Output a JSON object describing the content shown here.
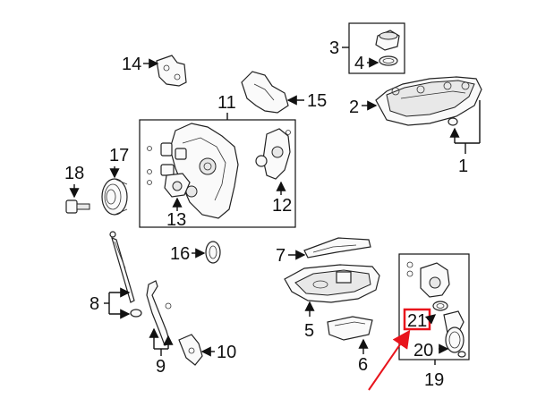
{
  "callouts": {
    "c1": "1",
    "c2": "2",
    "c3": "3",
    "c4": "4",
    "c5": "5",
    "c6": "6",
    "c7": "7",
    "c8": "8",
    "c9": "9",
    "c10": "10",
    "c11": "11",
    "c12": "12",
    "c13": "13",
    "c14": "14",
    "c15": "15",
    "c16": "16",
    "c17": "17",
    "c18": "18",
    "c19": "19",
    "c20": "20",
    "c21": "21"
  },
  "colors": {
    "line": "#111111",
    "highlight_box": "#e8141c",
    "pointer_arrow": "#e8141c",
    "background": "#ffffff"
  },
  "highlight": {
    "target": "21"
  }
}
